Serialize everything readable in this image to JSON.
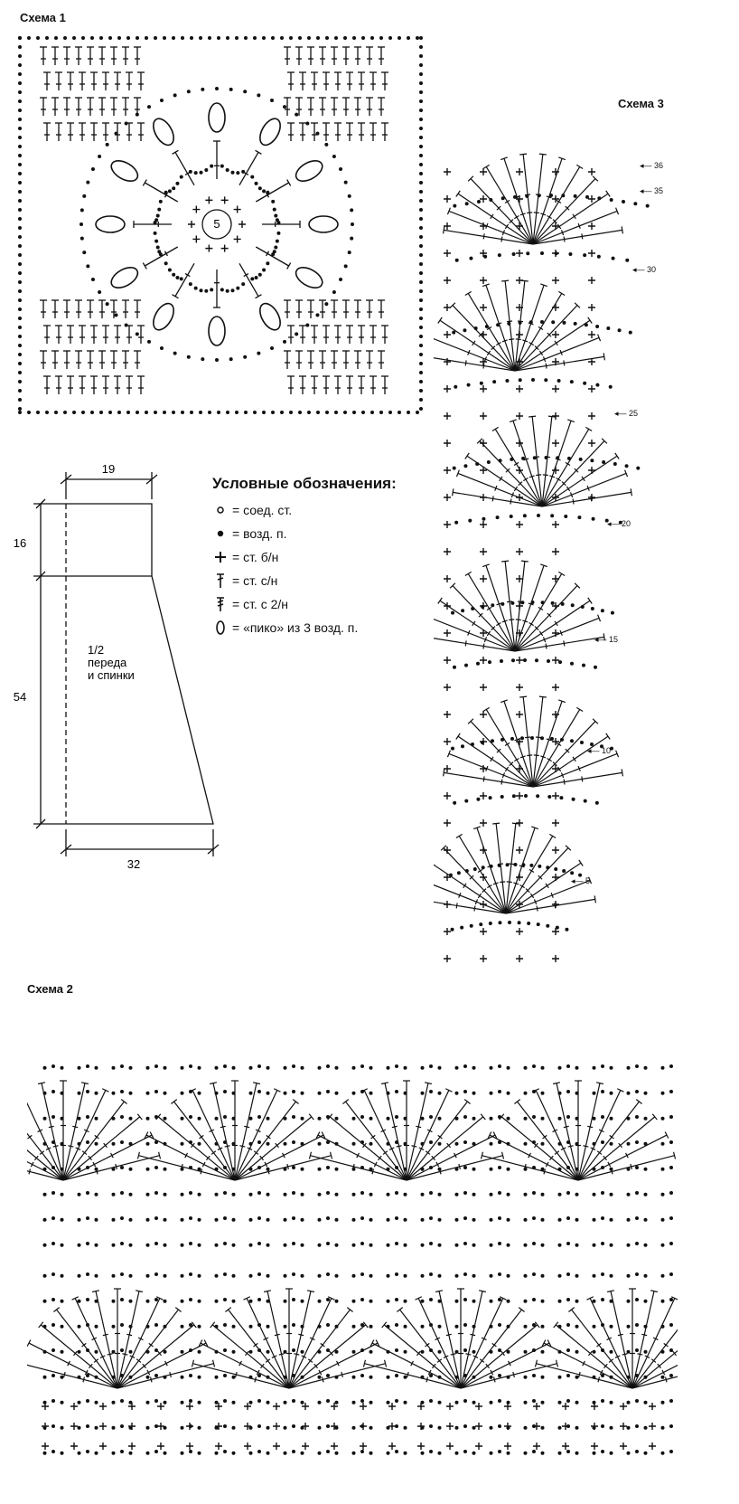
{
  "labels": {
    "scheme1": "Схема 1",
    "scheme2": "Схема 2",
    "scheme3": "Схема 3"
  },
  "motif_center": "5",
  "schematic": {
    "width_top": "19",
    "height_top": "16",
    "height_main": "54",
    "width_bottom": "32",
    "caption_line1": "1/2",
    "caption_line2": "переда",
    "caption_line3": "и спинки"
  },
  "legend": {
    "title": "Условные обозначения:",
    "items": [
      {
        "icon": "slip-stitch-icon",
        "text": "= соед. ст."
      },
      {
        "icon": "chain-stitch-icon",
        "text": "= возд. п."
      },
      {
        "icon": "single-crochet-icon",
        "text": "= ст. б/н"
      },
      {
        "icon": "double-crochet-icon",
        "text": "= ст. с/н"
      },
      {
        "icon": "treble-crochet-icon",
        "text": "= ст. с 2/н"
      },
      {
        "icon": "picot-icon",
        "text": "= «пико» из 3 возд. п."
      }
    ]
  },
  "scheme3_rows": [
    "36",
    "35",
    "30",
    "25",
    "20",
    "15",
    "10",
    "5"
  ]
}
